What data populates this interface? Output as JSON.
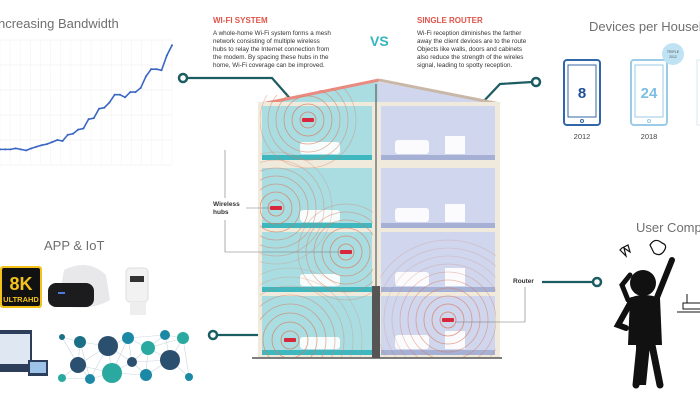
{
  "bandwidth": {
    "title": "ncreasing Bandwidth",
    "chart_data": {
      "type": "line",
      "title": "ncreasing Bandwidth",
      "values": [
        3,
        3,
        3,
        3.2,
        3,
        2.8,
        3.2,
        3.5,
        3.8,
        4,
        4.4,
        4.8,
        4.6,
        5.8,
        6,
        6.8,
        7,
        8.8,
        9,
        10.8,
        11,
        12,
        13.5,
        13.5,
        13,
        14,
        14,
        14.8,
        17,
        18.4,
        18.4,
        18.2,
        21,
        23
      ],
      "grid": true,
      "color": "#3b67c4"
    }
  },
  "wifi_system": {
    "heading": "WI-FI SYSTEM",
    "lines": [
      "A whole-home Wi-Fi system forms a mesh",
      "network consisting of multiple wireless",
      "hubs to relay the Internet connection from",
      "the modem. By spacing these hubs in the",
      "home, Wi-Fi coverage can be improved."
    ]
  },
  "vs": "VS",
  "single_router": {
    "heading": "SINGLE ROUTER",
    "lines": [
      "Wi-Fi reception diminishes the farther",
      "away the client devices are to the route",
      "Objects like walls, doors and cabinets",
      "also reduce the strength of the wireles",
      "signal, leading to spotty reception."
    ]
  },
  "labels": {
    "wireless_hubs_1": "Wireless",
    "wireless_hubs_2": "hubs",
    "router": "Router"
  },
  "devices": {
    "title": "Devices per Househ",
    "badge_1": "TRIPLE",
    "badge_2": "2012",
    "items": [
      {
        "count": "8",
        "year": "2012"
      },
      {
        "count": "24",
        "year": "2018"
      }
    ]
  },
  "app_iot": {
    "title": "APP & IoT",
    "badge_8k": "8K",
    "badge_uhd": "ULTRAHD"
  },
  "user_complaint": {
    "title": "User Comp"
  },
  "colors": {
    "teal": "#1b5d63",
    "accent_red": "#e0544a",
    "vs": "#36b5c0",
    "left_room": "#a9dde2",
    "right_room": "#cfd6ee",
    "signal": "#d97a5a"
  }
}
